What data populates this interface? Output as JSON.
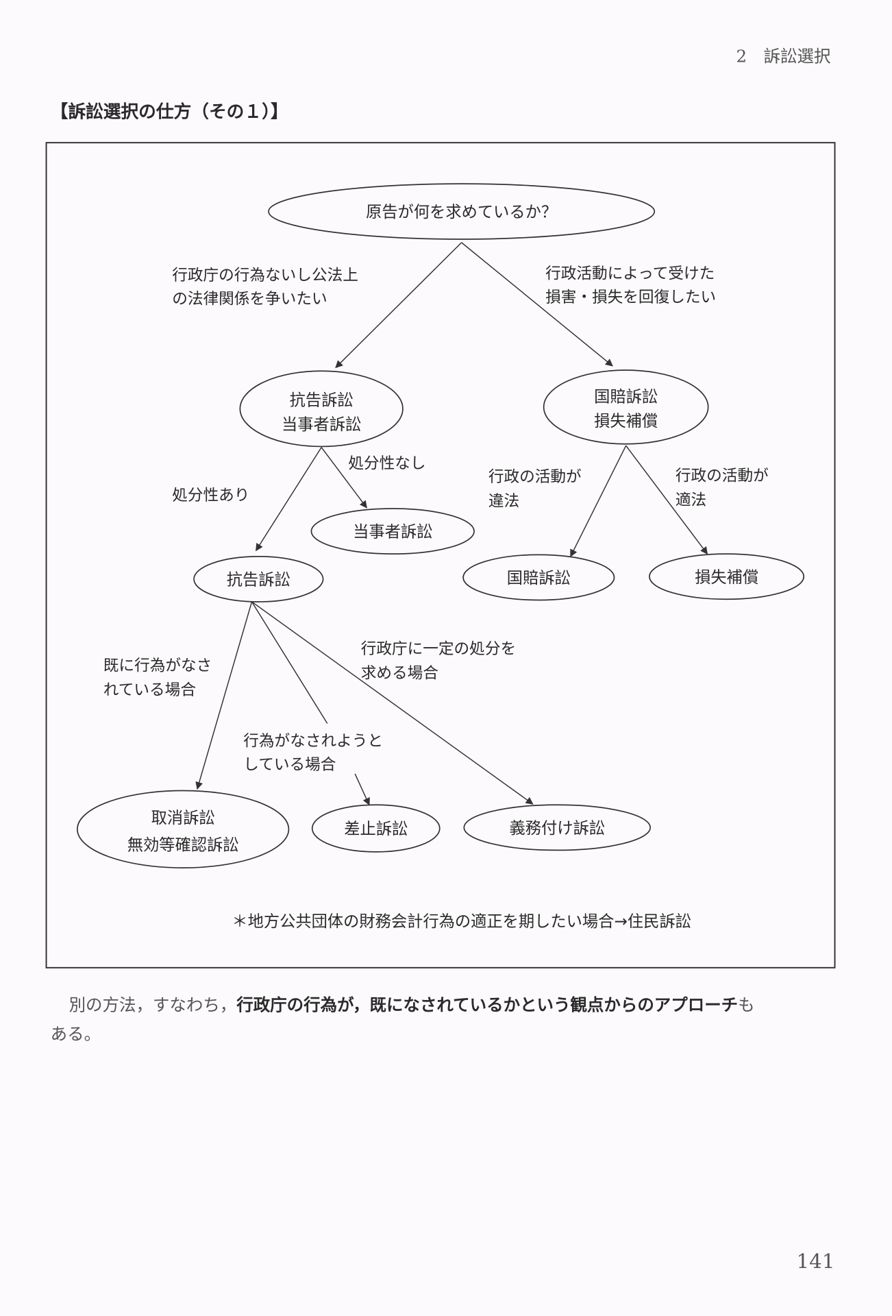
{
  "running_header": "2　訴訟選択",
  "section_title": "【訴訟選択の仕方（その１）】",
  "diagram": {
    "root": "原告が何を求めているか？",
    "edge_left": [
      "行政庁の行為ないし公法上",
      "の法律関係を争いたい"
    ],
    "edge_right": [
      "行政活動によって受けた",
      "損害・損失を回復したい"
    ],
    "node_left": [
      "抗告訴訟",
      "当事者訴訟"
    ],
    "node_right": [
      "国賠訴訟",
      "損失補償"
    ],
    "edge_shobun_ari": "処分性あり",
    "edge_shobun_nashi": "処分性なし",
    "node_toujisha": "当事者訴訟",
    "node_koukoku": "抗告訴訟",
    "edge_ihou": [
      "行政の活動が",
      "違法"
    ],
    "edge_tekihou": [
      "行政の活動が",
      "適法"
    ],
    "node_kokubai": "国賠訴訟",
    "node_sonshitsu": "損失補償",
    "edge_sude": [
      "既に行為がなさ",
      "れている場合"
    ],
    "edge_shiyou": [
      "行為がなされようと",
      "している場合"
    ],
    "edge_ittei": [
      "行政庁に一定の処分を",
      "求める場合"
    ],
    "node_torikeshi": [
      "取消訴訟",
      "無効等確認訴訟"
    ],
    "node_sashitome": "差止訴訟",
    "node_gimuzuke": "義務付け訴訟",
    "footnote": "＊地方公共団体の財務会計行為の適正を期したい場合→住民訴訟"
  },
  "body": {
    "plain": "別の方法，すなわち，",
    "bold": "行政庁の行為が，既になされているかという観点からのアプローチ",
    "tail1": "も",
    "line2": "ある。"
  },
  "page_number": "141"
}
